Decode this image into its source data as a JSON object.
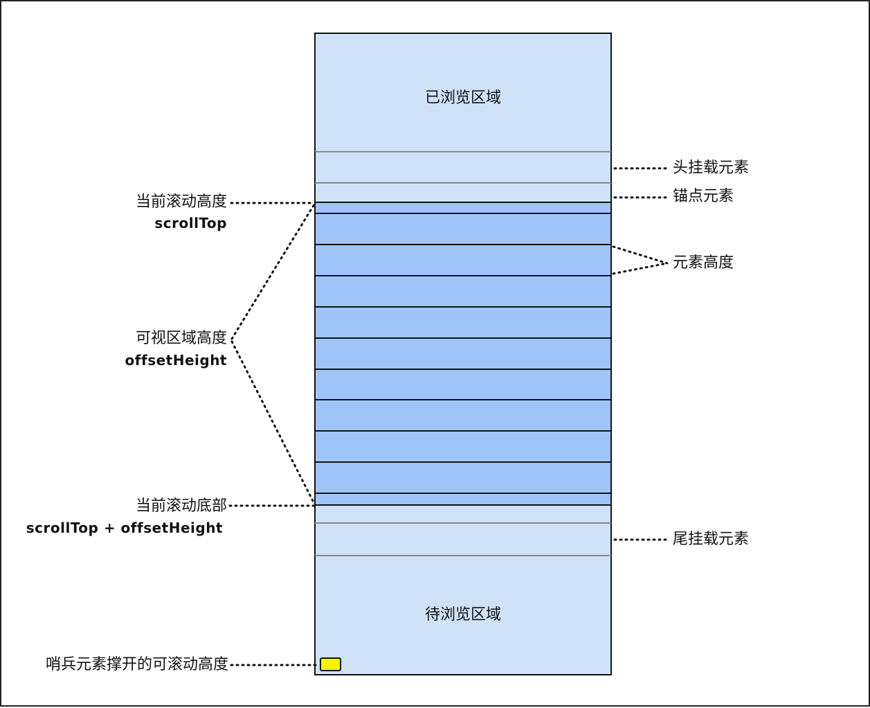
{
  "areas": {
    "browsed": "已浏览区域",
    "pending": "待浏览区域"
  },
  "right_labels": {
    "head_mount": "头挂载元素",
    "anchor": "锚点元素",
    "item_height": "元素高度",
    "tail_mount": "尾挂载元素"
  },
  "left_labels": {
    "scroll_top_title": "当前滚动高度",
    "scroll_top_code": "scrollTop",
    "viewport_title": "可视区域高度",
    "viewport_code": "offsetHeight",
    "scroll_bottom_title": "当前滚动底部",
    "scroll_bottom_code": "scrollTop + offsetHeight",
    "sentinel_title": "哨兵元素撑开的可滚动高度"
  },
  "colors": {
    "light_region": "#cfe2f7",
    "visible_item": "#9fc5f8",
    "sentinel": "#f5f500",
    "stroke": "#111111"
  }
}
